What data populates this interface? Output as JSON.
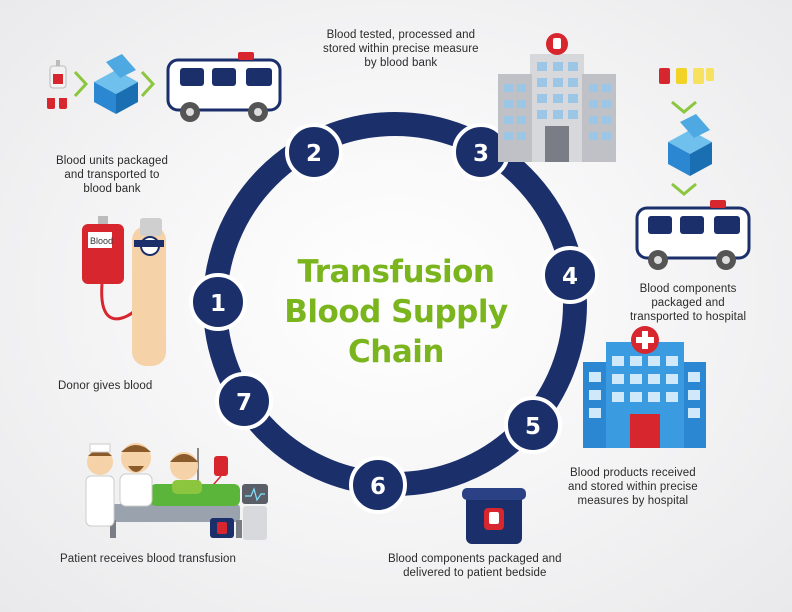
{
  "title": {
    "line1": "Transfusion",
    "line2": "Blood Supply",
    "line3": "Chain"
  },
  "colors": {
    "ring": "#1b2f6b",
    "title": "#7ab51d",
    "accent_red": "#d7262d",
    "accent_blue": "#2b87d1",
    "arrow_green": "#8cc63f"
  },
  "steps": [
    {
      "number": "1",
      "caption": [
        "Donor gives blood"
      ]
    },
    {
      "number": "2",
      "caption": [
        "Blood units packaged",
        "and transported to",
        "blood bank"
      ]
    },
    {
      "number": "3",
      "caption": [
        "Blood tested, processed and",
        "stored within precise measure",
        "by blood bank"
      ]
    },
    {
      "number": "4",
      "caption": [
        "Blood components",
        "packaged and",
        "transported to hospital"
      ]
    },
    {
      "number": "5",
      "caption": [
        "Blood products received",
        "and stored within precise",
        "measures by hospital"
      ]
    },
    {
      "number": "6",
      "caption": [
        "Blood components packaged and",
        "delivered to patient bedside"
      ]
    },
    {
      "number": "7",
      "caption": [
        "Patient receives blood transfusion"
      ]
    }
  ],
  "labels": {
    "blood_bag": "Blood"
  }
}
